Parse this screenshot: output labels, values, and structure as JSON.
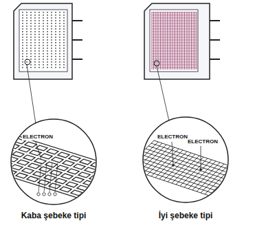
{
  "diagram": {
    "labels": [
      "ELECTRON",
      "ELECTRON",
      "ELECTRON",
      "Kaba şebeke tipi",
      "İyi şebeke tipi"
    ]
  }
}
